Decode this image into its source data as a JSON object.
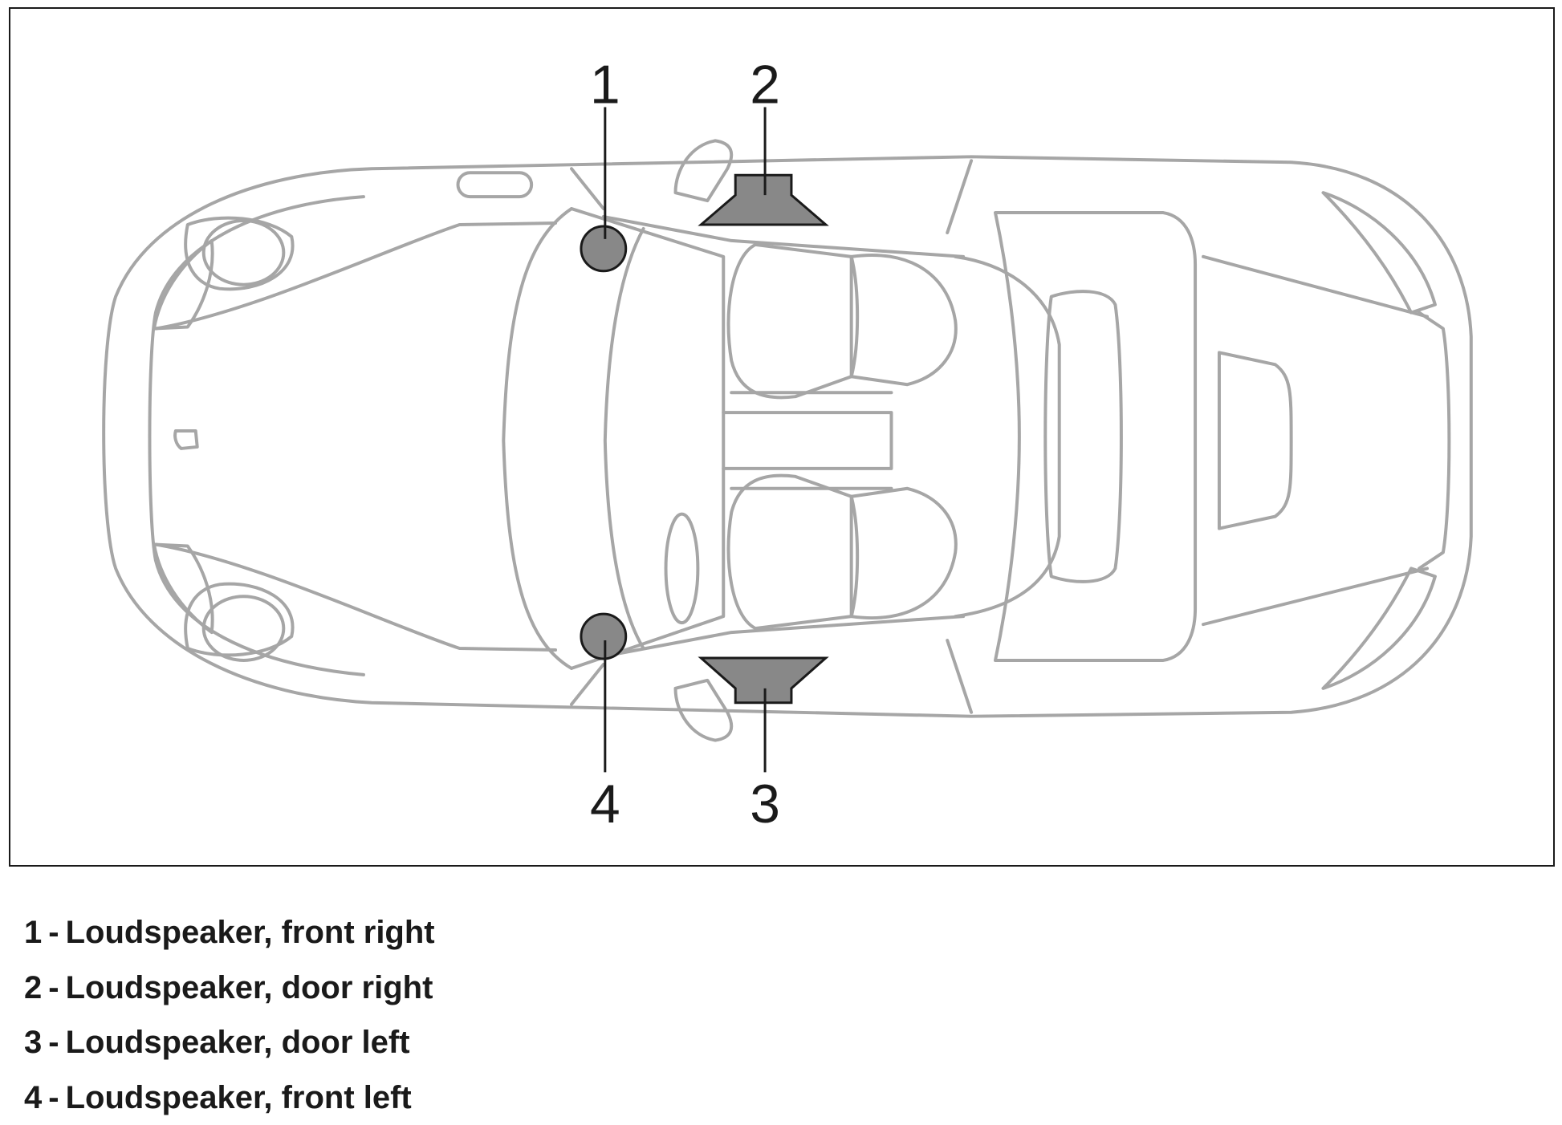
{
  "diagram": {
    "callouts": [
      {
        "id": "1",
        "label": "1"
      },
      {
        "id": "2",
        "label": "2"
      },
      {
        "id": "3",
        "label": "3"
      },
      {
        "id": "4",
        "label": "4"
      }
    ],
    "colors": {
      "car_outline": "#a6a6a6",
      "speaker_fill": "#888888",
      "ink": "#1a1a1a"
    }
  },
  "legend": {
    "items": [
      {
        "number": "1",
        "separator": "-",
        "text": "Loudspeaker, front right"
      },
      {
        "number": "2",
        "separator": "-",
        "text": "Loudspeaker, door right"
      },
      {
        "number": "3",
        "separator": "-",
        "text": "Loudspeaker, door left"
      },
      {
        "number": "4",
        "separator": "-",
        "text": "Loudspeaker, front left"
      }
    ]
  }
}
